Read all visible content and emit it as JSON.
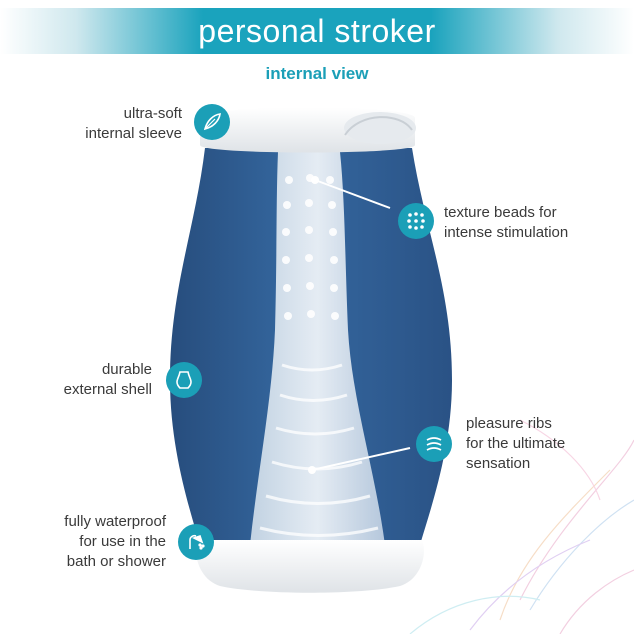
{
  "header": {
    "title": "personal stroker",
    "subtitle": "internal view"
  },
  "callouts": {
    "sleeve": "ultra-soft\ninternal sleeve",
    "beads": "texture beads for\nintense stimulation",
    "shell": "durable\nexternal shell",
    "ribs": "pleasure ribs\nfor the ultimate\nsensation",
    "waterproof": "fully waterproof\nfor use in the\nbath or shower"
  },
  "icons": {
    "sleeve": "feather-icon",
    "beads": "dots-icon",
    "shell": "sleeve-shape-icon",
    "ribs": "ribs-icon",
    "waterproof": "shower-icon"
  },
  "colors": {
    "accent": "#1b9fb7",
    "shell": "#2f5a8f",
    "text": "#3a3a3a"
  }
}
